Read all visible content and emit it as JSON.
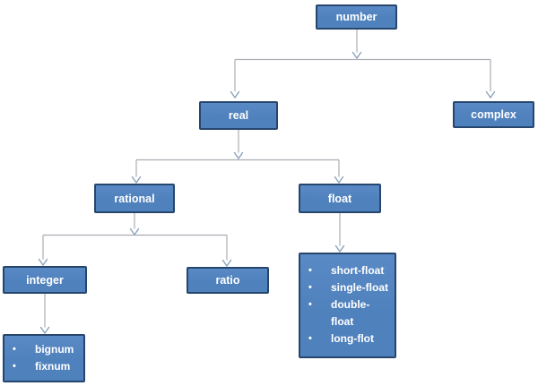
{
  "diagram": {
    "description": "number type hierarchy",
    "nodes": {
      "number": "number",
      "real": "real",
      "complex": "complex",
      "rational": "rational",
      "float": "float",
      "integer": "integer",
      "ratio": "ratio"
    },
    "lists": {
      "integer_subtypes": [
        "bignum",
        "fixnum"
      ],
      "float_subtypes": [
        "short-float",
        "single-float",
        "double-float",
        "long-flot"
      ]
    },
    "colors": {
      "node_fill": "#4f81bd",
      "node_fill_light": "#5a8ac6",
      "node_border": "#26466d",
      "connector_line": "#a9adb3",
      "arrowhead": "#8aa2bd",
      "text": "#ffffff",
      "background": "#ffffff"
    }
  }
}
